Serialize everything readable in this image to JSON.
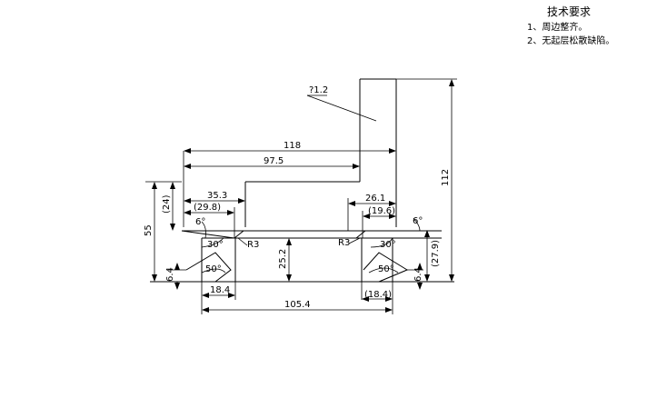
{
  "notes": {
    "title": "技术要求",
    "items": [
      "1、周边整齐。",
      "2、无起层松散缺陷。"
    ]
  },
  "dimensions": {
    "thickness": "?1.2",
    "width_118": "118",
    "width_97_5": "97.5",
    "height_112": "112",
    "height_55": "55",
    "gap_24": "(24)",
    "left_35_3": "35.3",
    "left_29_8": "(29.8)",
    "right_26_1": "26.1",
    "right_19_6": "(19.6)",
    "angle_6_left": "6°",
    "angle_6_right": "6°",
    "angle_30_left": "30°",
    "angle_30_right": "30°",
    "angle_50_left": "50°",
    "angle_50_right": "50°",
    "radius_left": "R3",
    "radius_right": "R3",
    "height_25_2": "25.2",
    "height_27_9": "(27.9)",
    "height_6_4_left": "6.4",
    "height_6_4_right": "6.4",
    "bottom_18_4_left": "18.4",
    "bottom_18_4_right": "(18.4)",
    "bottom_105_4": "105.4"
  }
}
